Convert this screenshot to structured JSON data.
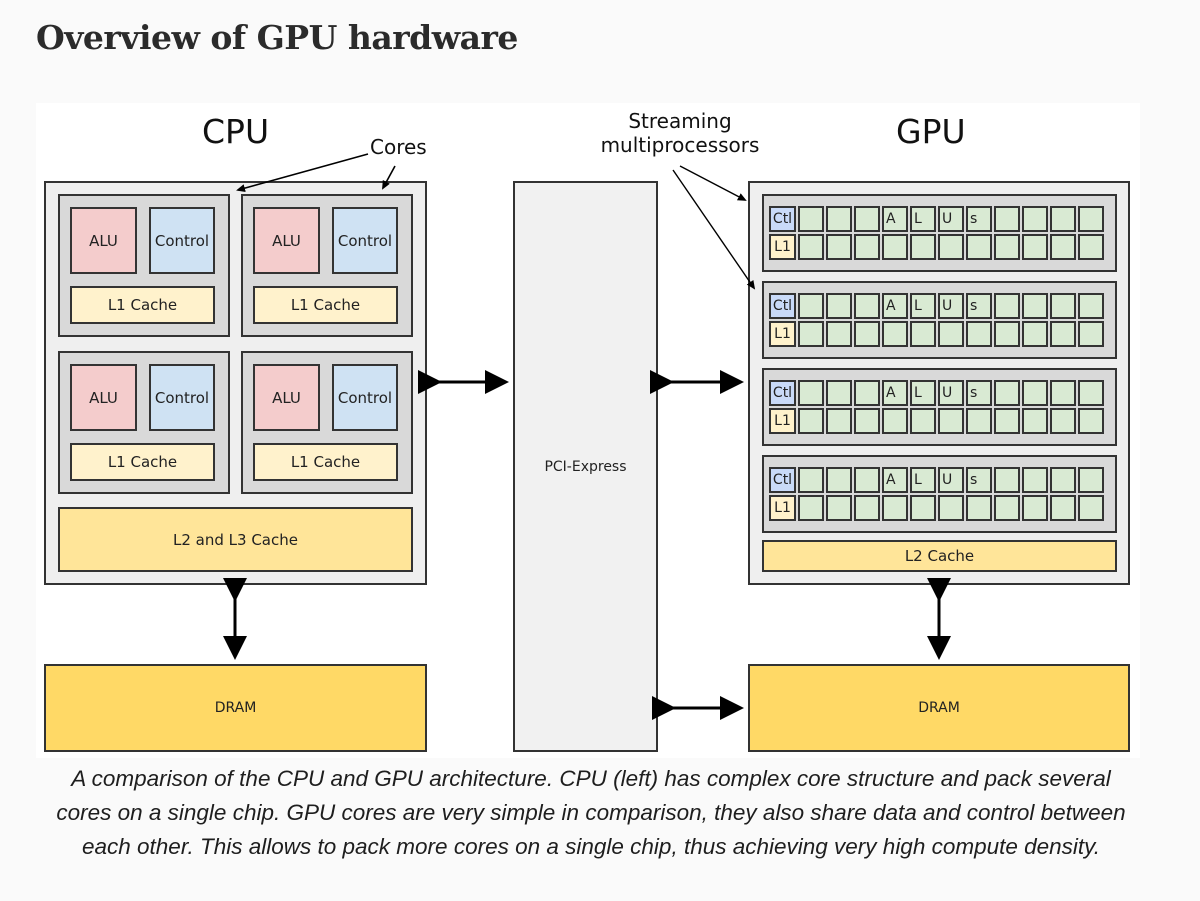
{
  "page": {
    "heading": "Overview of GPU hardware"
  },
  "diagram": {
    "cpu": {
      "title": "CPU",
      "cores_label": "Cores",
      "cores": [
        {
          "alu": "ALU",
          "control": "Control",
          "l1": "L1 Cache"
        },
        {
          "alu": "ALU",
          "control": "Control",
          "l1": "L1 Cache"
        },
        {
          "alu": "ALU",
          "control": "Control",
          "l1": "L1 Cache"
        },
        {
          "alu": "ALU",
          "control": "Control",
          "l1": "L1 Cache"
        }
      ],
      "shared_cache": "L2 and L3 Cache",
      "dram": "DRAM"
    },
    "bus": {
      "label": "PCI-Express"
    },
    "gpu": {
      "title": "GPU",
      "sm_label": "Streaming\nmultiprocessors",
      "sm_label_lines": [
        "Streaming",
        "multiprocessors"
      ],
      "sm_count": 4,
      "sm": {
        "ctl": "Ctl",
        "l1": "L1",
        "alu_cells_per_row": 11,
        "alu_row_letters": [
          "",
          "",
          "",
          "A",
          "L",
          "U",
          "s",
          "",
          "",
          "",
          ""
        ]
      },
      "shared_cache": "L2 Cache",
      "dram": "DRAM"
    },
    "colors": {
      "alu": "#f4cccc",
      "control": "#cfe2f3",
      "l1_cache": "#fff2cc",
      "l2_cache": "#ffe599",
      "dram": "#ffd966",
      "gpu_alu": "#d9ead3",
      "gpu_ctl": "#c9daf8"
    }
  },
  "caption": {
    "lines": [
      "A comparison of the CPU and GPU architecture. CPU (left) has complex core structure and pack several",
      "cores on a single chip. GPU cores are very simple in comparison, they also share data and control between",
      "each other. This allows to pack more cores on a single chip, thus achieving very high compute density."
    ]
  }
}
